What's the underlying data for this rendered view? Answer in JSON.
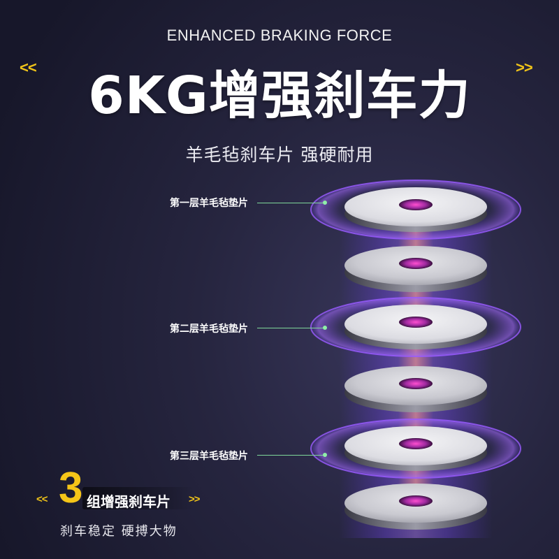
{
  "header": {
    "en_heading": "ENHANCED BRAKING FORCE",
    "chevron_left": "<<",
    "chevron_right": ">>",
    "main_title": "6KG增强刹车力",
    "subtitle": "羊毛毡刹车片 强硬耐用"
  },
  "layers": [
    {
      "label": "第一层羊毛毡垫片"
    },
    {
      "label": "第二层羊毛毡垫片"
    },
    {
      "label": "第三层羊毛毡垫片"
    }
  ],
  "badge": {
    "chevron_left": "<<",
    "chevron_right": ">>",
    "number": "3",
    "text": "组增强刹车片"
  },
  "bottom_caption": "刹车稳定 硬搏大物",
  "colors": {
    "accent_yellow": "#f5c518",
    "glow_purple": "#9b5cff",
    "leader_green": "#7fd89a"
  }
}
